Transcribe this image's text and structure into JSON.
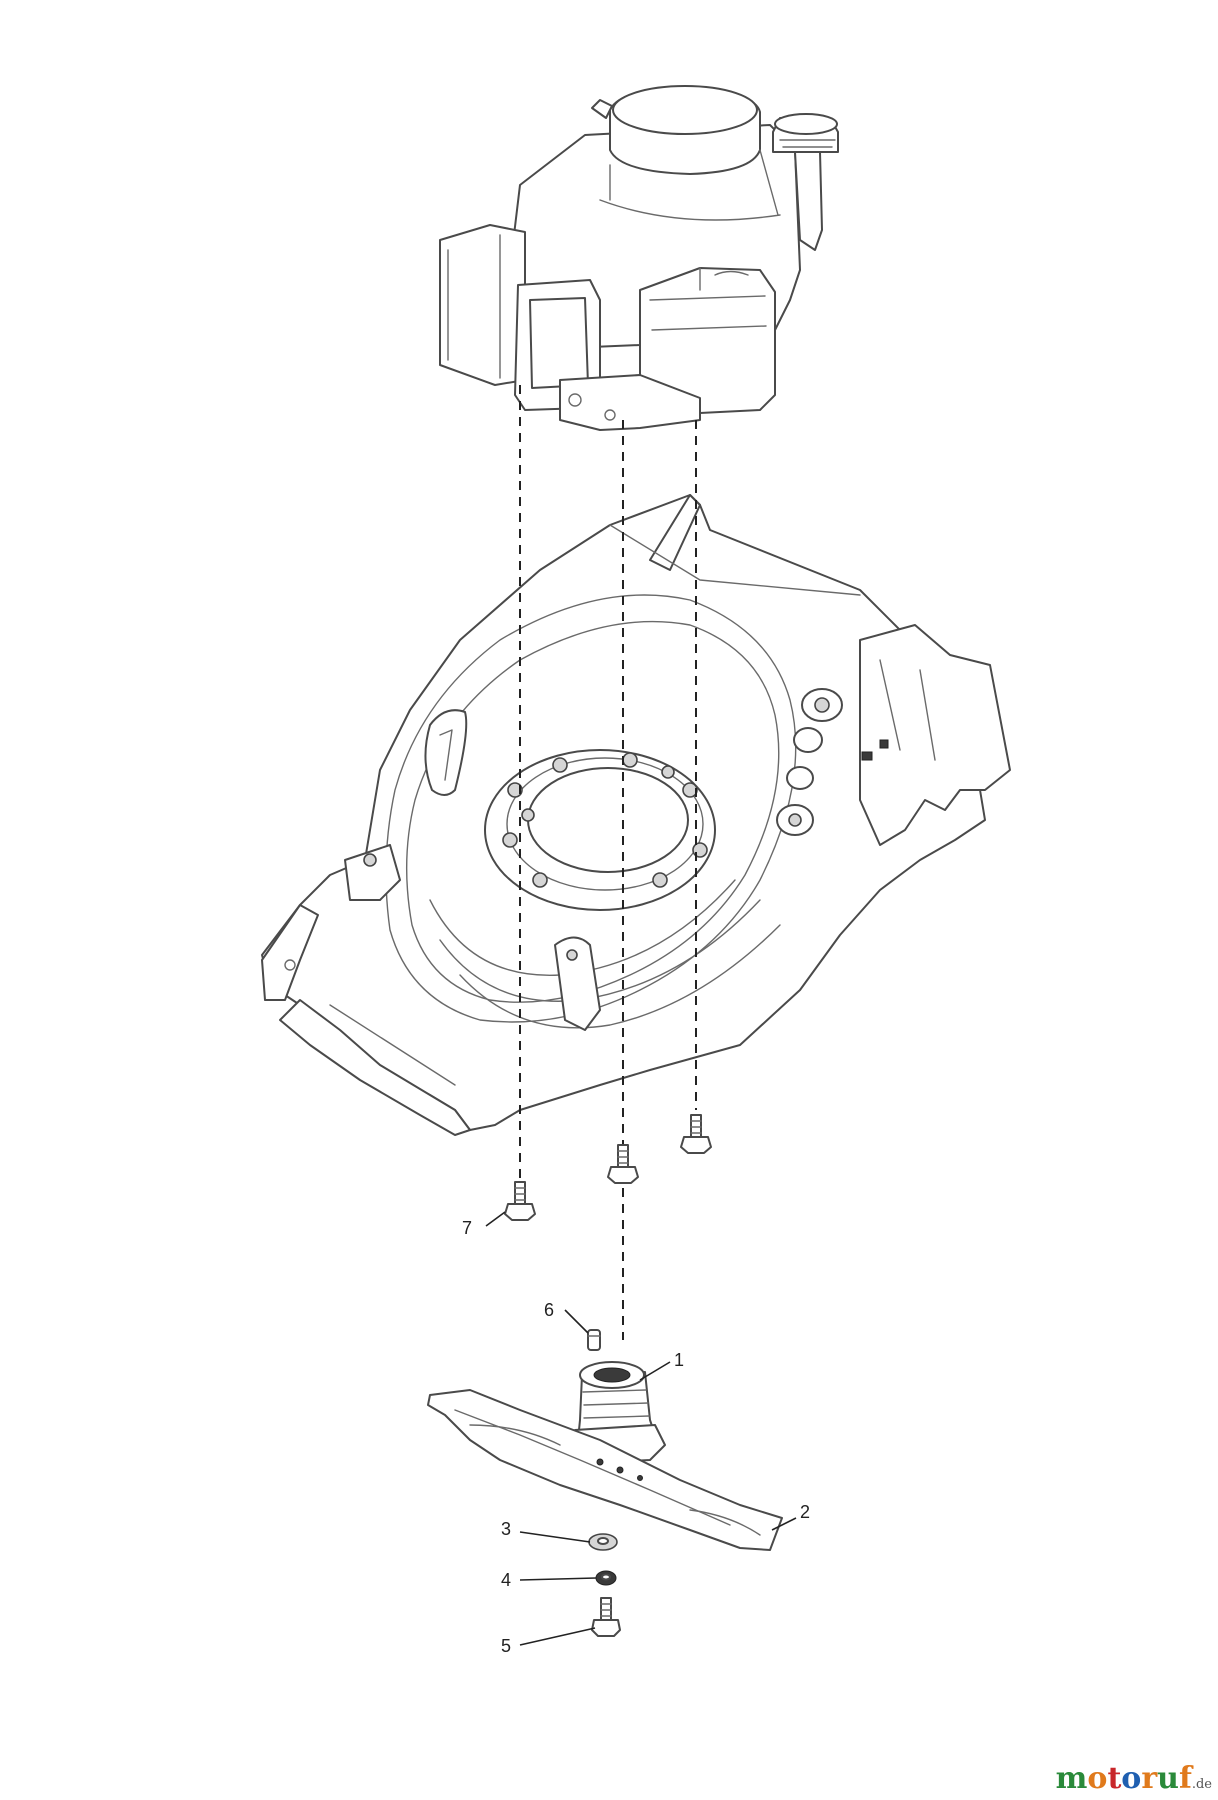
{
  "callouts": {
    "c1": "1",
    "c2": "2",
    "c3": "3",
    "c4": "4",
    "c5": "5",
    "c6": "6",
    "c7": "7"
  },
  "watermark": {
    "letters": [
      "m",
      "o",
      "t",
      "o",
      "r",
      "u",
      "f"
    ],
    "colors": [
      "#2a8a3a",
      "#e07a1c",
      "#c8262a",
      "#1f5fb0",
      "#e07a1c",
      "#2a8a3a",
      "#e07a1c"
    ],
    "tld": ".de"
  }
}
